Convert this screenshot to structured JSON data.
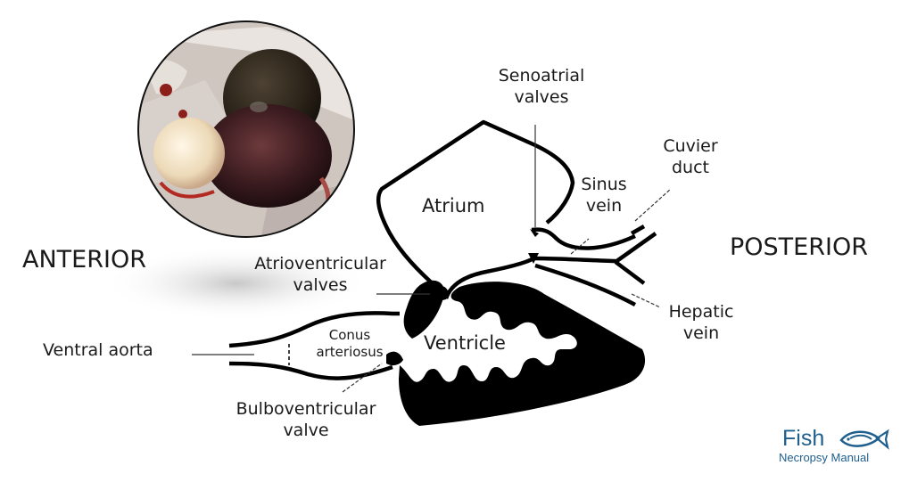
{
  "regions": {
    "anterior": "ANTERIOR",
    "posterior": "POSTERIOR"
  },
  "labels": {
    "senoatrial": [
      "Senoatrial",
      "valves"
    ],
    "atrium": "Atrium",
    "sinus_vein": [
      "Sinus",
      "vein"
    ],
    "cuvier_duct": [
      "Cuvier",
      "duct"
    ],
    "atrioventricular": [
      "Atrioventricular",
      "valves"
    ],
    "ventricle": "Ventricle",
    "hepatic_vein": [
      "Hepatic",
      "vein"
    ],
    "ventral_aorta": "Ventral aorta",
    "conus": [
      "Conus",
      "arteriosus"
    ],
    "bulboventricular": [
      "Bulboventricular",
      "valve"
    ]
  },
  "logo": {
    "title": "Fish",
    "subtitle": "Necropsy Manual",
    "icon": "fish-icon"
  },
  "photo": {
    "description_icon": "heart-photo"
  },
  "colors": {
    "outline": "#000000",
    "label_text": "#1a1a1a",
    "logo_blue": "#1f5f8e"
  }
}
